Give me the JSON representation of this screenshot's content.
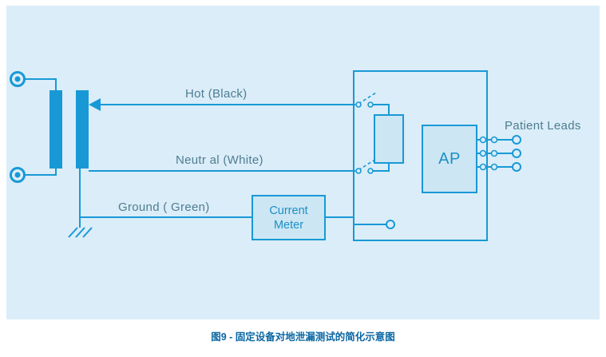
{
  "colors": {
    "panel_bg": "#dbedf8",
    "line": "#1899d6",
    "box_fill": "#cce6f4",
    "box_text": "#1d8fc4",
    "label_text": "#4e7d92",
    "caption_text": "#0a67a3"
  },
  "labels": {
    "hot": "Hot (Black)",
    "neutral": "Neutr al (White)",
    "ground": "Ground ( Green)",
    "patient_leads": "Patient Leads"
  },
  "boxes": {
    "ap": "AP",
    "current_meter": {
      "line1": "Current",
      "line2": "Meter"
    }
  },
  "caption": "图9 - 固定设备对地泄漏测试的简化示意图"
}
